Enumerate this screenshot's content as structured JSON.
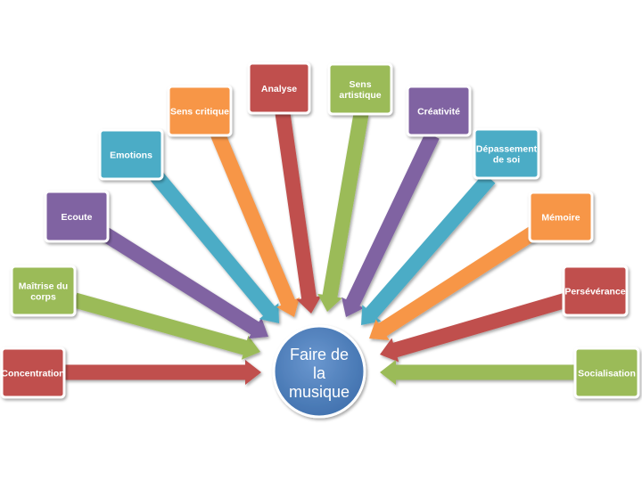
{
  "center": {
    "lines": [
      "Faire de",
      "la",
      "musique"
    ],
    "color": "#4f81bd"
  },
  "nodes": [
    {
      "id": "concentration",
      "lines": [
        "Concentration"
      ],
      "color": "#c0504d"
    },
    {
      "id": "maitrise-du-corps",
      "lines": [
        "Maîtrise du",
        "corps"
      ],
      "color": "#9bbb59"
    },
    {
      "id": "ecoute",
      "lines": [
        "Ecoute"
      ],
      "color": "#8064a2"
    },
    {
      "id": "emotions",
      "lines": [
        "Emotions"
      ],
      "color": "#4bacc6"
    },
    {
      "id": "sens-critique",
      "lines": [
        "Sens critique"
      ],
      "color": "#f79646"
    },
    {
      "id": "analyse",
      "lines": [
        "Analyse"
      ],
      "color": "#c0504d"
    },
    {
      "id": "sens-artistique",
      "lines": [
        "Sens",
        "artistique"
      ],
      "color": "#9bbb59"
    },
    {
      "id": "creativite",
      "lines": [
        "Créativité"
      ],
      "color": "#8064a2"
    },
    {
      "id": "depassement-de-soi",
      "lines": [
        "Dépassement",
        "de soi"
      ],
      "color": "#4bacc6"
    },
    {
      "id": "memoire",
      "lines": [
        "Mémoire"
      ],
      "color": "#f79646"
    },
    {
      "id": "perseverance",
      "lines": [
        "Persévérance"
      ],
      "color": "#c0504d"
    },
    {
      "id": "socialisation",
      "lines": [
        "Socialisation"
      ],
      "color": "#9bbb59"
    }
  ]
}
